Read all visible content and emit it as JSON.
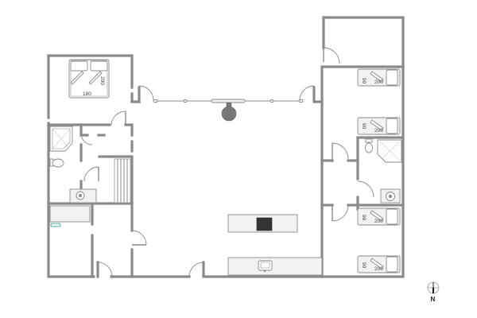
{
  "diagram": {
    "type": "floor-plan",
    "colors": {
      "wall": "#8a8a8a",
      "fixture_fill": "#f2f2f2",
      "stove": "#333333",
      "stove_top_lamp": "#777777",
      "background": "#ffffff",
      "accent_teal": "#2e9e8a"
    },
    "rooms": [
      {
        "id": "master-bedroom",
        "beds": [
          {
            "width_label": "180",
            "length_label": "200",
            "type": "double"
          }
        ]
      },
      {
        "id": "bedroom-ne-1",
        "beds": [
          {
            "width_label": "90",
            "length_label": "200",
            "type": "single"
          }
        ]
      },
      {
        "id": "bedroom-ne-2",
        "beds": [
          {
            "width_label": "90",
            "length_label": "200",
            "type": "single"
          }
        ]
      },
      {
        "id": "bedroom-se-1",
        "beds": [
          {
            "width_label": "90",
            "length_label": "200",
            "type": "single"
          }
        ]
      },
      {
        "id": "bedroom-se-2",
        "beds": [
          {
            "width_label": "90",
            "length_label": "200",
            "type": "single"
          }
        ]
      },
      {
        "id": "bathroom-west",
        "fixtures": [
          "shower",
          "toilet",
          "sink"
        ]
      },
      {
        "id": "bathroom-east",
        "fixtures": [
          "shower",
          "toilet",
          "sink"
        ]
      },
      {
        "id": "utility-room",
        "fixtures": [
          "counter",
          "boiler"
        ]
      },
      {
        "id": "stairwell"
      },
      {
        "id": "living-kitchen",
        "fixtures": [
          "wood-stove",
          "kitchen-island-hob",
          "kitchen-counter-sink",
          "window-wall"
        ]
      },
      {
        "id": "annex-ne"
      }
    ],
    "labels": {
      "master_bed_width": "180",
      "master_bed_length": "200",
      "bed_ne1_width": "90",
      "bed_ne1_length": "200",
      "bed_ne2_width": "90",
      "bed_ne2_length": "200",
      "bed_se1_width": "90",
      "bed_se1_length": "200",
      "bed_se2_width": "90",
      "bed_se2_length": "200"
    },
    "compass": {
      "label": "N",
      "direction": "down"
    }
  }
}
